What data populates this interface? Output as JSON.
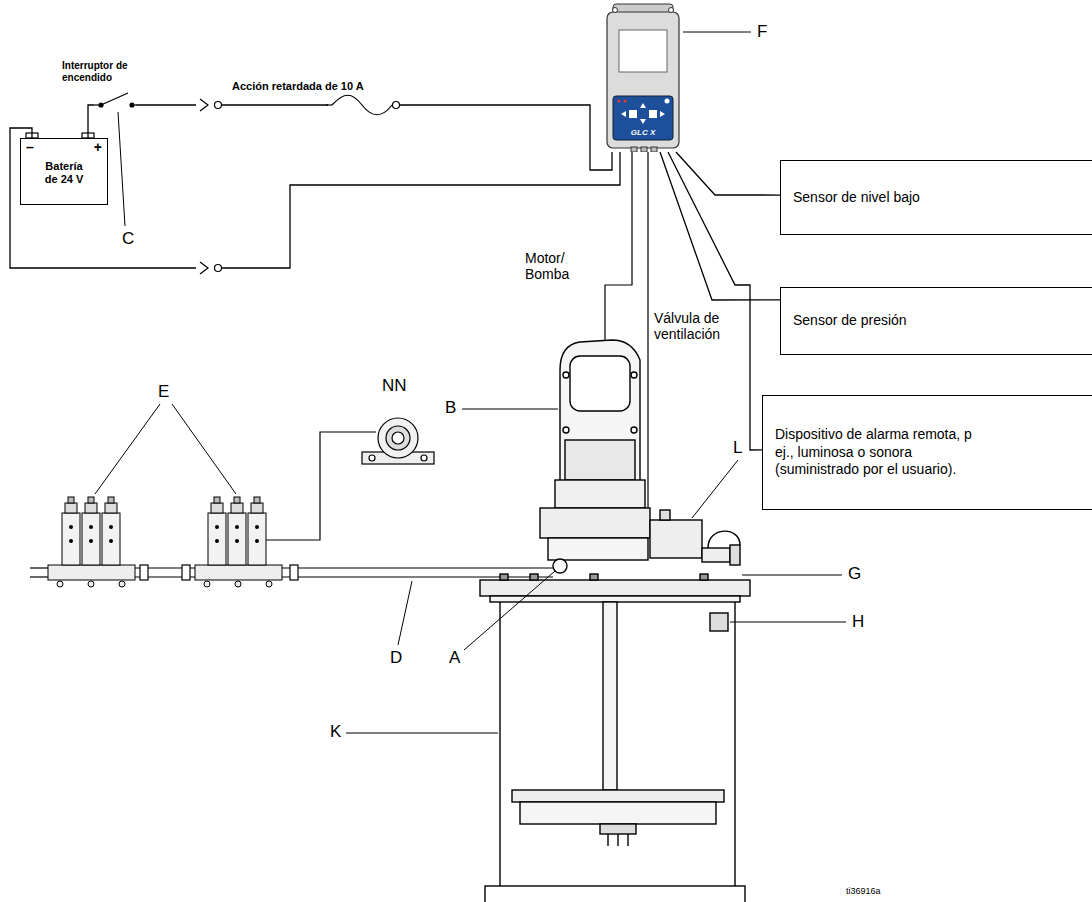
{
  "diagram": {
    "nodes": [
      {
        "text": [
          "GLC X"
        ]
      },
      {
        "text": [
          "–",
          "+",
          "Batería de 24 V"
        ]
      },
      {
        "text": [
          "Sensor de nivel bajo"
        ]
      },
      {
        "text": [
          "Sensor de presión"
        ]
      },
      {
        "text": [
          "Dispositivo de alarma remota, p ej., luminosa o sonora (suministrado por el usuario)."
        ]
      }
    ],
    "edges": [
      {
        "from": 1,
        "to": 0,
        "arrow": "none"
      },
      {
        "from": 1,
        "to": 0,
        "arrow": "none"
      },
      {
        "from": 0,
        "to": 2,
        "arrow": "none"
      },
      {
        "from": 0,
        "to": 3,
        "arrow": "none"
      },
      {
        "from": 0,
        "to": 4,
        "arrow": "none"
      }
    ],
    "labels": [
      "Interruptor de encendido",
      "Acción retardada de 10 A",
      "C",
      "F",
      "Motor/ Bomba",
      "Válvula de ventilación",
      "E",
      "NN",
      "B",
      "L",
      "G",
      "H",
      "A",
      "D",
      "K",
      "ti36916a"
    ]
  }
}
